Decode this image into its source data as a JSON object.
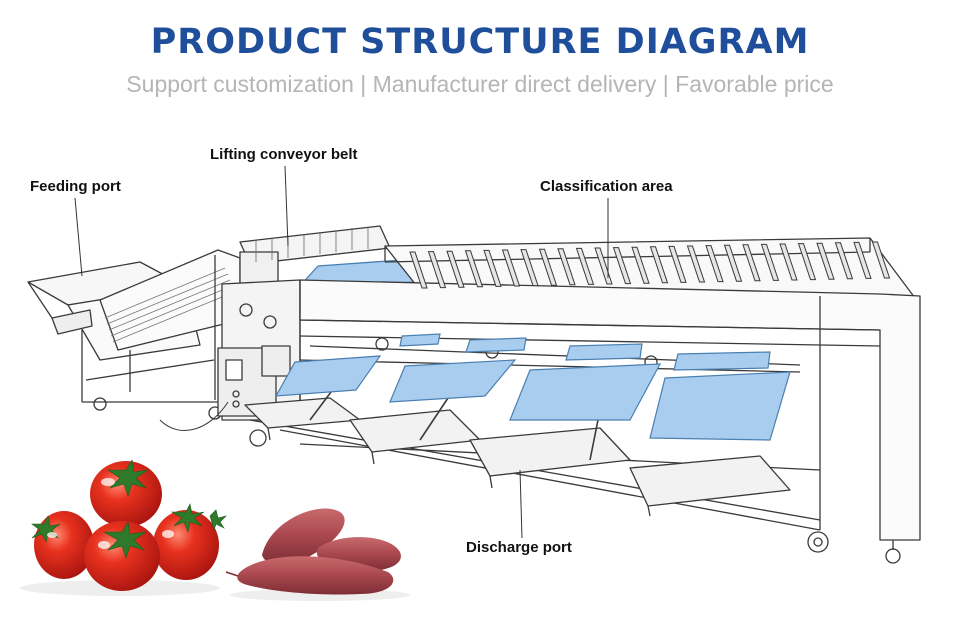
{
  "header": {
    "title": "PRODUCT STRUCTURE DIAGRAM",
    "subtitle": "Support customization | Manufacturer direct delivery | Favorable price"
  },
  "callouts": {
    "feeding_port": "Feeding port",
    "lifting_conveyor_belt": "Lifting conveyor belt",
    "classification_area": "Classification area",
    "discharge_port": "Discharge port"
  },
  "colors": {
    "title": "#1f4e9a",
    "subtitle": "#b5b5b5",
    "belt_blue": "#a9cdef",
    "line": "#3a3a3a",
    "tomato": "#e2271f",
    "sweet_potato": "#a8474e"
  }
}
